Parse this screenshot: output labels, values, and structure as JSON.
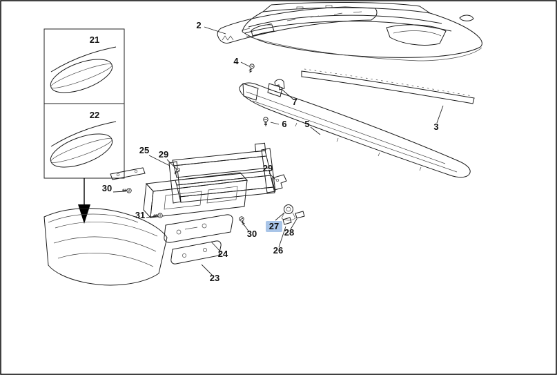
{
  "colors": {
    "highlight_fill": "#a9c5e8",
    "line": "#1a1a1a",
    "background": "#ffffff"
  },
  "selected_part": "27",
  "callouts": {
    "c2": "2",
    "c3": "3",
    "c4": "4",
    "c5": "5",
    "c6": "6",
    "c7": "7",
    "c21": "21",
    "c22": "22",
    "c23": "23",
    "c24": "24",
    "c25": "25",
    "c26": "26",
    "c27": "27",
    "c28": "28",
    "c29a": "29",
    "c29b": "29",
    "c30a": "30",
    "c30b": "30",
    "c31": "31"
  }
}
